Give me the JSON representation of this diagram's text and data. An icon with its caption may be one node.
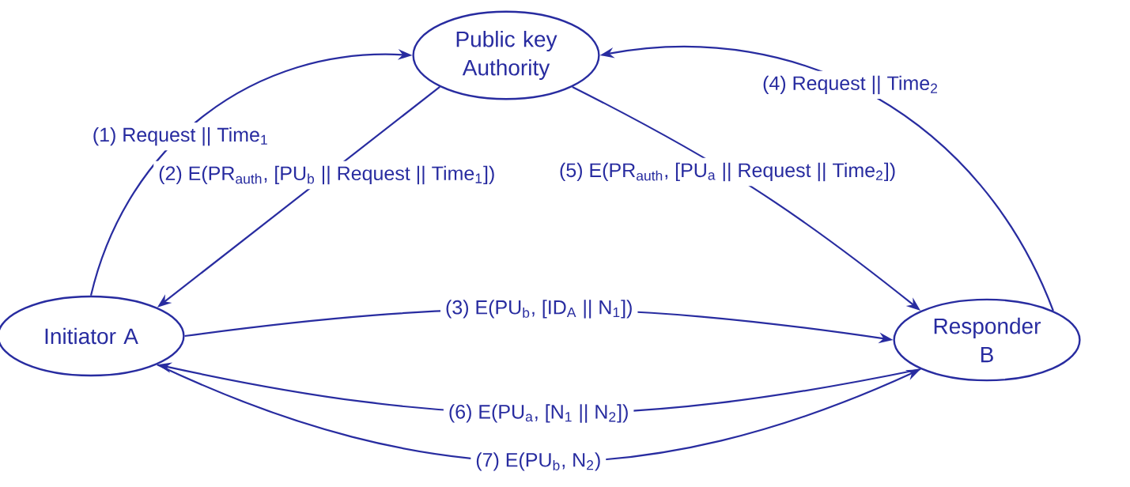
{
  "diagram": {
    "nodes": [
      {
        "text": [
          "Public key Authority"
        ]
      },
      {
        "text": [
          "Initiator A"
        ]
      },
      {
        "text": [
          "Responder B"
        ]
      }
    ],
    "edges": [
      {
        "from": 1,
        "to": 0,
        "arrow": "to",
        "label": "(1) Request || Time$_{1}$"
      },
      {
        "from": 0,
        "to": 1,
        "arrow": "to",
        "label": "(2) E(PR$_{auth}$, [PU$_{b}$ || Request || Time$_{1}$])"
      },
      {
        "from": 1,
        "to": 2,
        "arrow": "to",
        "label": "(3) E(PU$_{b}$, [ID$_{A}$ || N$_{1}$])"
      },
      {
        "from": 2,
        "to": 0,
        "arrow": "to",
        "label": "(4) Request || Time$_{2}$"
      },
      {
        "from": 0,
        "to": 2,
        "arrow": "to",
        "label": "(5) E(PR$_{auth}$, [PU$_{a}$ || Request || Time$_{2}$])"
      },
      {
        "from": 2,
        "to": 1,
        "arrow": "to",
        "label": "(6) E(PU$_{a}$, [N$_{1}$ || N$_{2}$])"
      },
      {
        "from": 1,
        "to": 2,
        "arrow": "to",
        "label": "(7) E(PU$_{b}$, N$_{2}$)"
      }
    ]
  }
}
